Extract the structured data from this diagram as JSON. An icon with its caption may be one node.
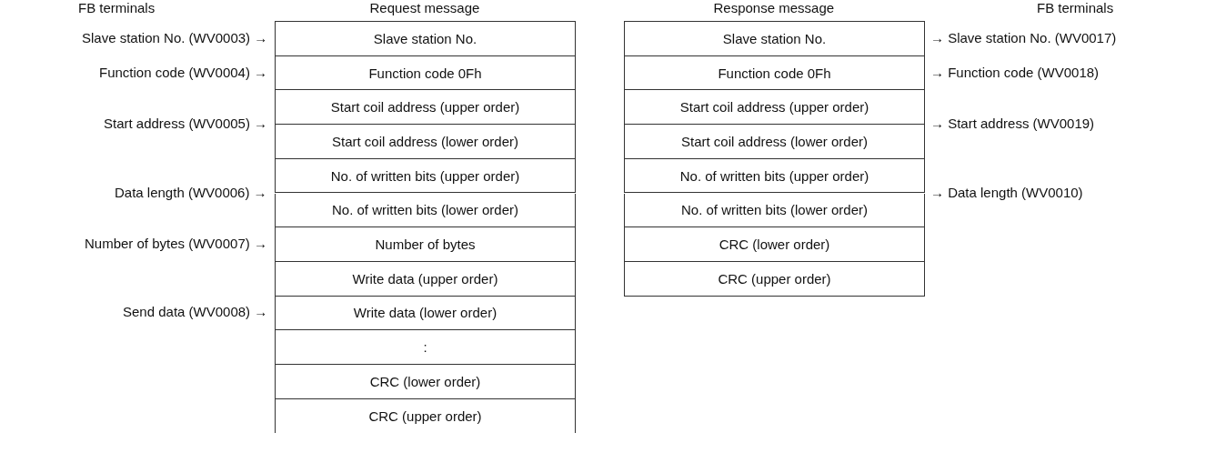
{
  "diagram": {
    "nodes": [
      {
        "text": [
          "Slave station No."
        ]
      },
      {
        "text": [
          "Function code 0Fh"
        ]
      },
      {
        "text": [
          "Start coil address (upper order)"
        ]
      },
      {
        "text": [
          "Start coil address (lower order)"
        ]
      },
      {
        "text": [
          "No. of written bits (upper order)"
        ]
      },
      {
        "text": [
          "No. of written bits (lower order)"
        ]
      },
      {
        "text": [
          "Number of bytes"
        ]
      },
      {
        "text": [
          "Write data (upper order)"
        ]
      },
      {
        "text": [
          "Write data (lower order)"
        ]
      },
      {
        "text": [
          ":"
        ]
      },
      {
        "text": [
          "CRC (lower order)"
        ]
      },
      {
        "text": [
          "CRC (upper order)"
        ]
      },
      {
        "text": [
          "Slave station No."
        ]
      },
      {
        "text": [
          "Function code 0Fh"
        ]
      },
      {
        "text": [
          "Start coil address (upper order)"
        ]
      },
      {
        "text": [
          "Start coil address (lower order)"
        ]
      },
      {
        "text": [
          "No. of written bits (upper order)"
        ]
      },
      {
        "text": [
          "No. of written bits (lower order)"
        ]
      },
      {
        "text": [
          "CRC (lower order)"
        ]
      },
      {
        "text": [
          "CRC (upper order)"
        ]
      }
    ],
    "labels": [
      "FB terminals",
      "Request message",
      "Response message",
      "FB terminals",
      "Slave station No.  (WV0003) →",
      "→ Slave station No. (WV0017)",
      "Function code (WV0004) →",
      "→ Function code (WV0018)",
      "Start address (WV0005) →",
      "→ Start address (WV0019)",
      "Data length (WV0006) →",
      "→ Data length (WV0010)",
      "Number of bytes (WV0007) →",
      "Send data (WV0008) →"
    ]
  }
}
